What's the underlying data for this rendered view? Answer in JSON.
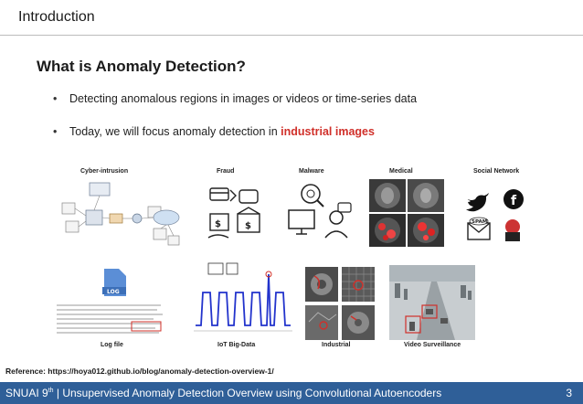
{
  "header": {
    "title": "Introduction"
  },
  "slide": {
    "title": "What is Anomaly Detection?",
    "bullets": [
      {
        "text": "Detecting anomalous regions in images or videos or time-series data"
      },
      {
        "text_before": "Today, we will focus anomaly detection in ",
        "highlight": "industrial images"
      }
    ]
  },
  "figure": {
    "labels": {
      "cyber_intrusion": "Cyber-intrusion",
      "fraud": "Fraud",
      "malware": "Malware",
      "medical": "Medical",
      "social_network": "Social Network",
      "log_file": "Log file",
      "iot_big_data": "IoT Big-Data",
      "industrial": "Industrial",
      "video_surveillance": "Video Surveillance"
    },
    "icon_text": {
      "log_badge": "LOG",
      "spam": "SPAM"
    },
    "colors": {
      "accent_red": "#d0302a",
      "footer_blue": "#2f5f98",
      "signal_blue": "#2233cc"
    }
  },
  "reference": "Reference: https://hoya012.github.io/blog/anomaly-detection-overview-1/",
  "footer": {
    "org": "SNUAI 9",
    "org_sup": "th",
    "title": " | Unsupervised Anomaly Detection Overview using Convolutional Autoencoders",
    "page": "3"
  }
}
